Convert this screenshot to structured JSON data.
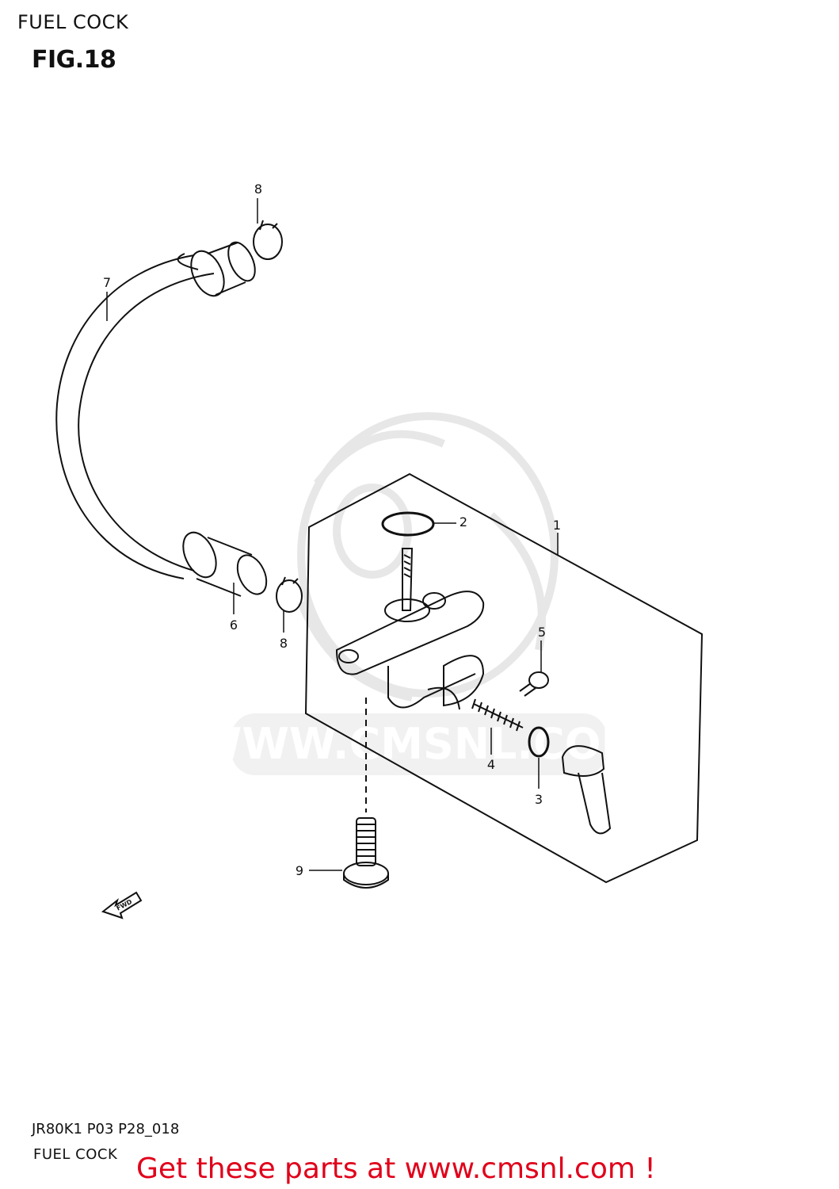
{
  "header": {
    "title": "FUEL COCK",
    "figure": "FIG.18"
  },
  "callouts": [
    {
      "id": "1",
      "label": "1"
    },
    {
      "id": "2",
      "label": "2"
    },
    {
      "id": "3",
      "label": "3"
    },
    {
      "id": "4",
      "label": "4"
    },
    {
      "id": "5",
      "label": "5"
    },
    {
      "id": "6",
      "label": "6"
    },
    {
      "id": "7",
      "label": "7"
    },
    {
      "id": "8a",
      "label": "8"
    },
    {
      "id": "8b",
      "label": "8"
    },
    {
      "id": "9",
      "label": "9"
    }
  ],
  "fwd_arrow": {
    "label": "FWD"
  },
  "watermark": {
    "text": "WWW.CMSNL.COM"
  },
  "footer": {
    "code": "JR80K1 P03 P28_018",
    "title": "FUEL COCK",
    "cta": "Get these parts at www.cmsnl.com !"
  },
  "colors": {
    "line": "#111111",
    "cta": "#e0001a",
    "watermark": "#cfcfcf"
  }
}
